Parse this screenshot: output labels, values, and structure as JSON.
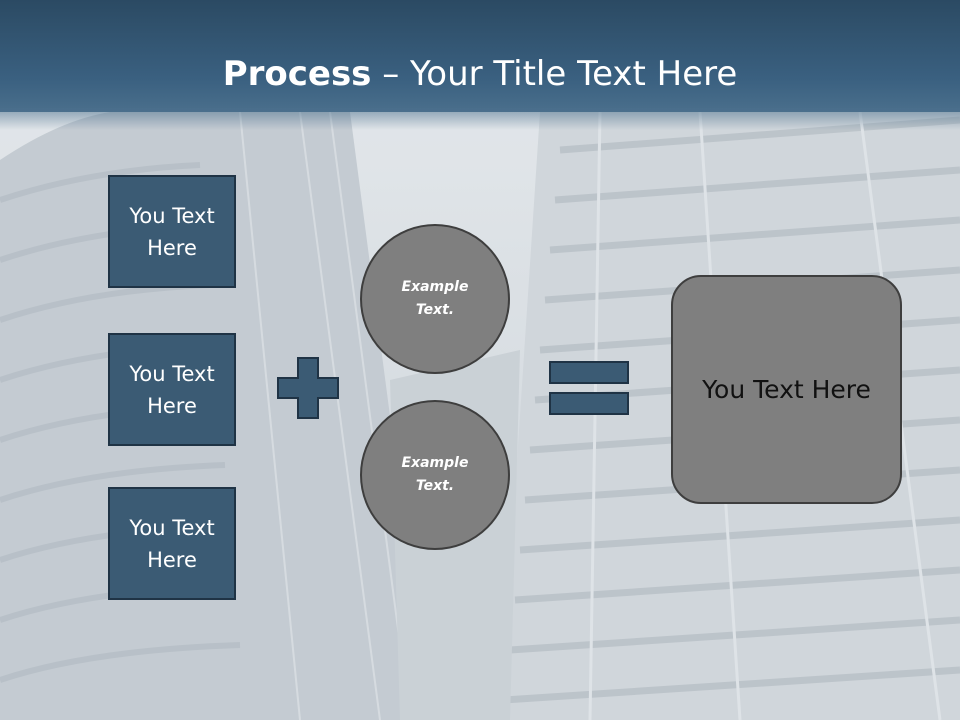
{
  "slide": {
    "title_bold": "Process",
    "title_rest": " – Your Title Text Here"
  },
  "boxes": [
    {
      "line1": "You Text",
      "line2": "Here"
    },
    {
      "line1": "You Text",
      "line2": "Here"
    },
    {
      "line1": "You Text",
      "line2": "Here"
    }
  ],
  "circles": [
    {
      "line1": "Example",
      "line2": "Text."
    },
    {
      "line1": "Example",
      "line2": "Text."
    }
  ],
  "result": {
    "label": "You Text Here"
  },
  "colors": {
    "header": "#3a6080",
    "box_fill": "#3b5b74",
    "operator": "#3b5b74",
    "circle_fill": "#7f7f7f"
  },
  "icons": {
    "plus": "plus-icon",
    "equals": "equals-icon"
  }
}
